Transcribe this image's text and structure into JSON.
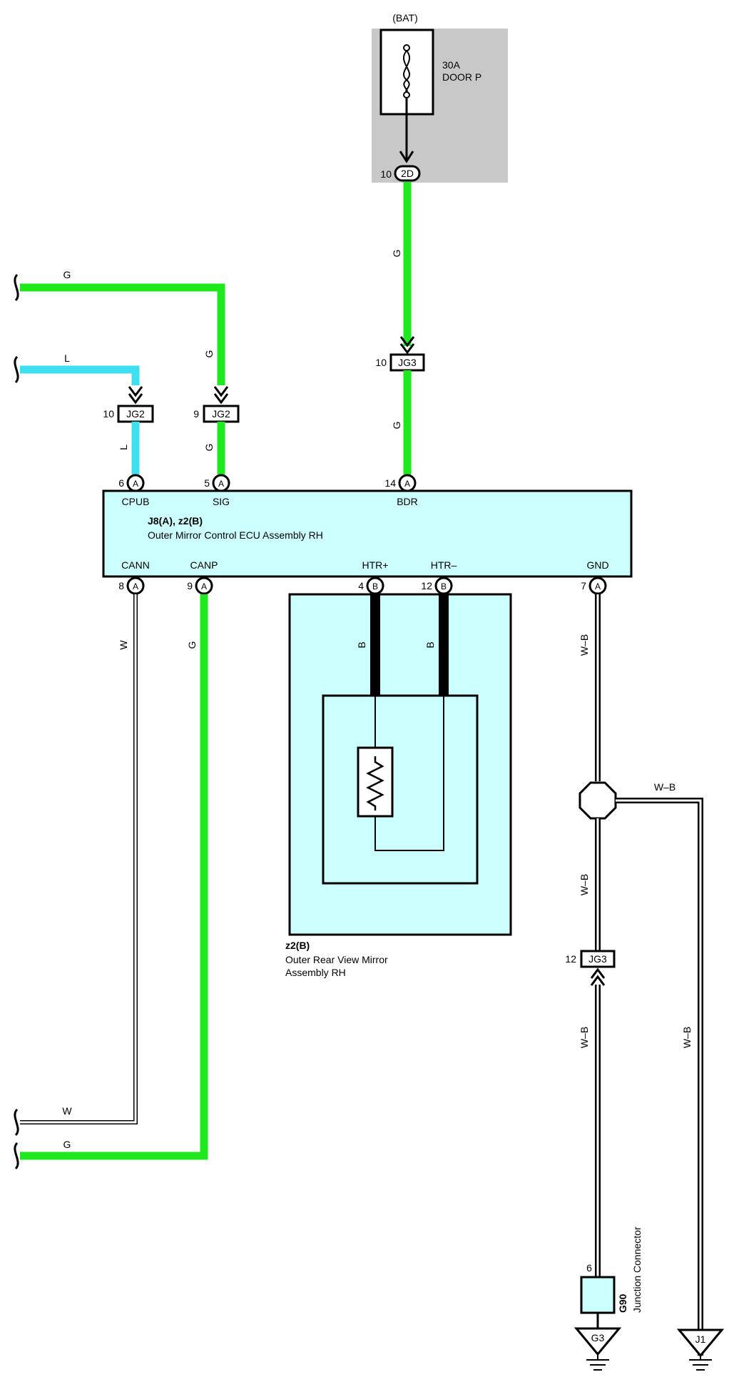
{
  "colors": {
    "wire_green": "#1ee81e",
    "wire_blue": "#3de0f0",
    "wire_black": "#000000",
    "component_fill": "#ccffff",
    "fuse_block_fill": "#c8c8c8"
  },
  "fuse": {
    "source": "(BAT)",
    "rating": "30A",
    "name": "DOOR P",
    "terminal_pin": "10",
    "terminal_connector": "2D"
  },
  "wires": {
    "bdr_upper_color": "G",
    "bdr_lower_color": "G",
    "sig_lead_color": "G",
    "sig_vertical_color": "G",
    "sig_lower_color": "G",
    "cpub_lead_color": "L",
    "cpub_lower_color": "L",
    "cann_color": "W",
    "cann_lead_color": "W",
    "canp_color": "G",
    "canp_lead_color": "G",
    "htr_plus_color": "B",
    "htr_minus_color": "B",
    "gnd_upper_color": "W–B",
    "gnd_branch_color": "W–B",
    "gnd_mid_color": "W–B",
    "gnd_lower_color": "W–B",
    "j1_color": "W–B"
  },
  "connectors": {
    "jg3_bdr": {
      "pin": "10",
      "name": "JG3"
    },
    "jg2_cpub": {
      "pin": "10",
      "name": "JG2"
    },
    "jg2_sig": {
      "pin": "9",
      "name": "JG2"
    },
    "jg3_gnd": {
      "pin": "12",
      "name": "JG3"
    }
  },
  "ecu": {
    "id_line": "J8(A), z2(B)",
    "name": "Outer Mirror Control ECU Assembly RH",
    "pins_top": [
      {
        "num": "6",
        "conn": "A",
        "label": "CPUB"
      },
      {
        "num": "5",
        "conn": "A",
        "label": "SIG"
      },
      {
        "num": "14",
        "conn": "A",
        "label": "BDR"
      }
    ],
    "pins_bottom": [
      {
        "num": "8",
        "conn": "A",
        "label": "CANN"
      },
      {
        "num": "9",
        "conn": "A",
        "label": "CANP"
      },
      {
        "num": "4",
        "conn": "B",
        "label": "HTR+"
      },
      {
        "num": "12",
        "conn": "B",
        "label": "HTR–"
      },
      {
        "num": "7",
        "conn": "A",
        "label": "GND"
      }
    ]
  },
  "mirror": {
    "id": "z2(B)",
    "name_line1": "Outer Rear View Mirror",
    "name_line2": "Assembly RH"
  },
  "junction": {
    "pin": "6",
    "id": "G90",
    "name": "Junction Connector"
  },
  "grounds": [
    {
      "id": "G3"
    },
    {
      "id": "J1"
    }
  ]
}
